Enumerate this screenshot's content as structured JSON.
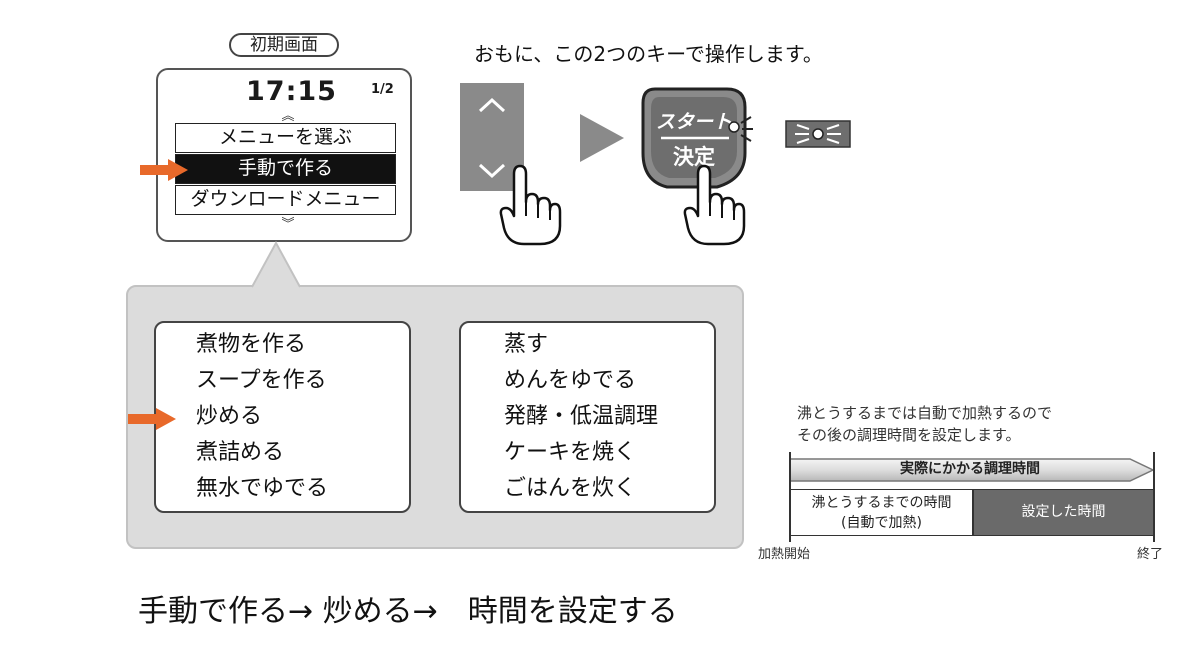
{
  "screen": {
    "label": "初期画面",
    "time": "17:15",
    "page": "1/2",
    "menu_rows": [
      "メニューを選ぶ",
      "手動で作る",
      "ダウンロードメニュー"
    ],
    "selected_index": 1
  },
  "instruction": "おもに、この2つのキーで操作します。",
  "keys": {
    "start_key_line1": "スタート",
    "start_key_line2": "決定"
  },
  "menu_left": [
    "煮物を作る",
    "スープを作る",
    "炒める",
    "煮詰める",
    "無水でゆでる"
  ],
  "menu_right": [
    "蒸す",
    "めんをゆでる",
    "発酵・低温調理",
    "ケーキを焼く",
    "ごはんを炊く"
  ],
  "selected_menu_left_index": 2,
  "timing": {
    "note_line1": "沸とうするまでは自動で加熱するので",
    "note_line2": "その後の調理時間を設定します。",
    "arrow_label": "実際にかかる調理時間",
    "box1_line1": "沸とうするまでの時間",
    "box1_line2": "(自動で加熱)",
    "box2": "設定した時間",
    "start": "加熱開始",
    "end": "終了"
  },
  "steps": "手動で作る→ 炒める→　時間を設定する",
  "colors": {
    "accent": "#e8692a",
    "key_gray": "#8a8a8a",
    "panel_gray": "#dcdcdc"
  }
}
